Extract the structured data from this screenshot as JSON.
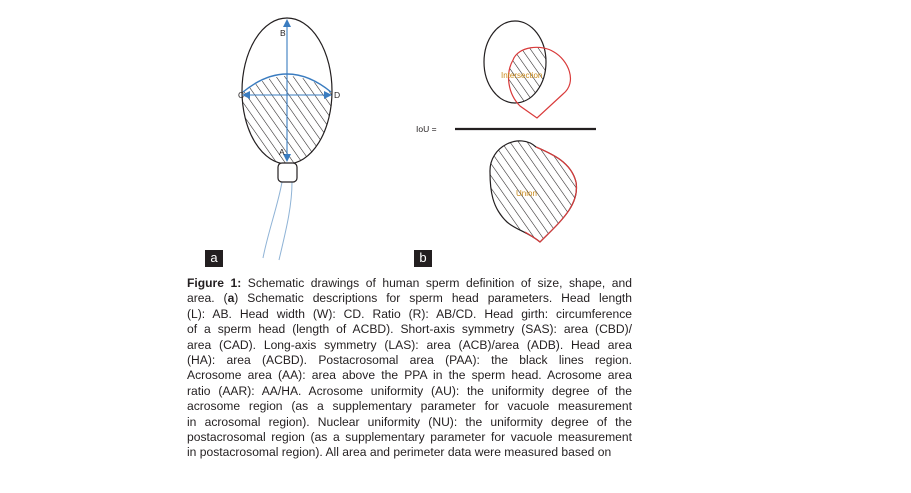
{
  "panel_a": {
    "tag": "a",
    "point_labels": {
      "top": "B",
      "left": "C",
      "right": "D",
      "bottom": "A"
    }
  },
  "panel_b": {
    "tag": "b",
    "iou_label": "IoU  =",
    "numerator_label": "Intersection",
    "denominator_label": "Union"
  },
  "caption": {
    "figure_label": "Figure 1:",
    "line1_rest": " Schematic drawings of human sperm definition of size, shape, and",
    "line2_pre": "area. (",
    "line2_a": "a",
    "line2_post": ") Schematic descriptions for sperm head parameters. Head length",
    "lines": [
      "(L): AB. Head width (W): CD. Ratio (R): AB/CD. Head girth: circumference",
      "of a sperm head (length of ACBD). Short-axis symmetry (SAS): area (CBD)/",
      "area (CAD). Long-axis symmetry (LAS): area (ACB)/area (ADB). Head area",
      "(HA): area (ACBD). Postacrosomal area (PAA): the black lines region.",
      "Acrosome area (AA): area above the PPA in the sperm head. Acrosome area",
      "ratio (AAR): AA/HA. Acrosome uniformity (AU): the uniformity degree of the",
      "acrosome region (as a supplementary parameter for vacuole measurement",
      "in acrosomal region). Nuclear uniformity (NU): the uniformity degree of the",
      "postacrosomal region (as a supplementary parameter for vacuole measurement",
      "in postacrosomal region). All area and perimeter data were measured based on"
    ]
  },
  "colors": {
    "outline": "#231f20",
    "axis_blue": "#3a7cc0",
    "union_red": "#d93a3a",
    "label_orange": "#c98a1a",
    "tail_blue": "#8fb3d6"
  }
}
